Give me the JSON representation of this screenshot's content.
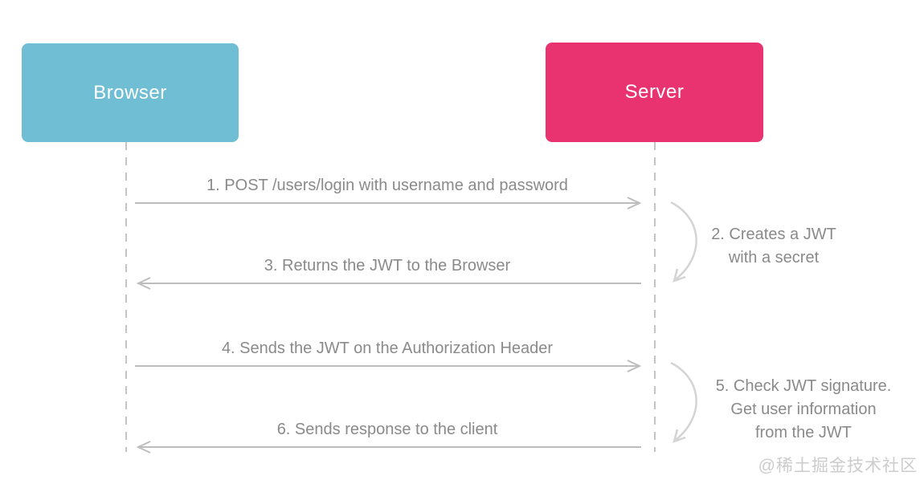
{
  "actors": [
    {
      "label": "Browser",
      "color": "#6fbed3"
    },
    {
      "label": "Server",
      "color": "#e93370"
    }
  ],
  "messages": [
    {
      "label": "1. POST /users/login with username and password",
      "direction": "right"
    },
    {
      "label": "3. Returns the JWT to the Browser",
      "direction": "left"
    },
    {
      "label": "4. Sends the JWT on the Authorization Header",
      "direction": "right"
    },
    {
      "label": "6. Sends response to the client",
      "direction": "left"
    }
  ],
  "notes": [
    {
      "lines": [
        "2. Creates a JWT",
        "with a secret"
      ]
    },
    {
      "lines": [
        "5. Check JWT signature.",
        "Get user information",
        "from the JWT"
      ]
    }
  ],
  "watermark": "@稀土掘金技术社区",
  "colors": {
    "actor_browser": "#6fbed3",
    "actor_server": "#e93370",
    "arrow_line": "#bdbdbd",
    "curved_arrow": "#d4d4d4",
    "lifeline": "#c4c4c4",
    "label_text": "#8a8a8a",
    "watermark_text": "#cccccc"
  }
}
